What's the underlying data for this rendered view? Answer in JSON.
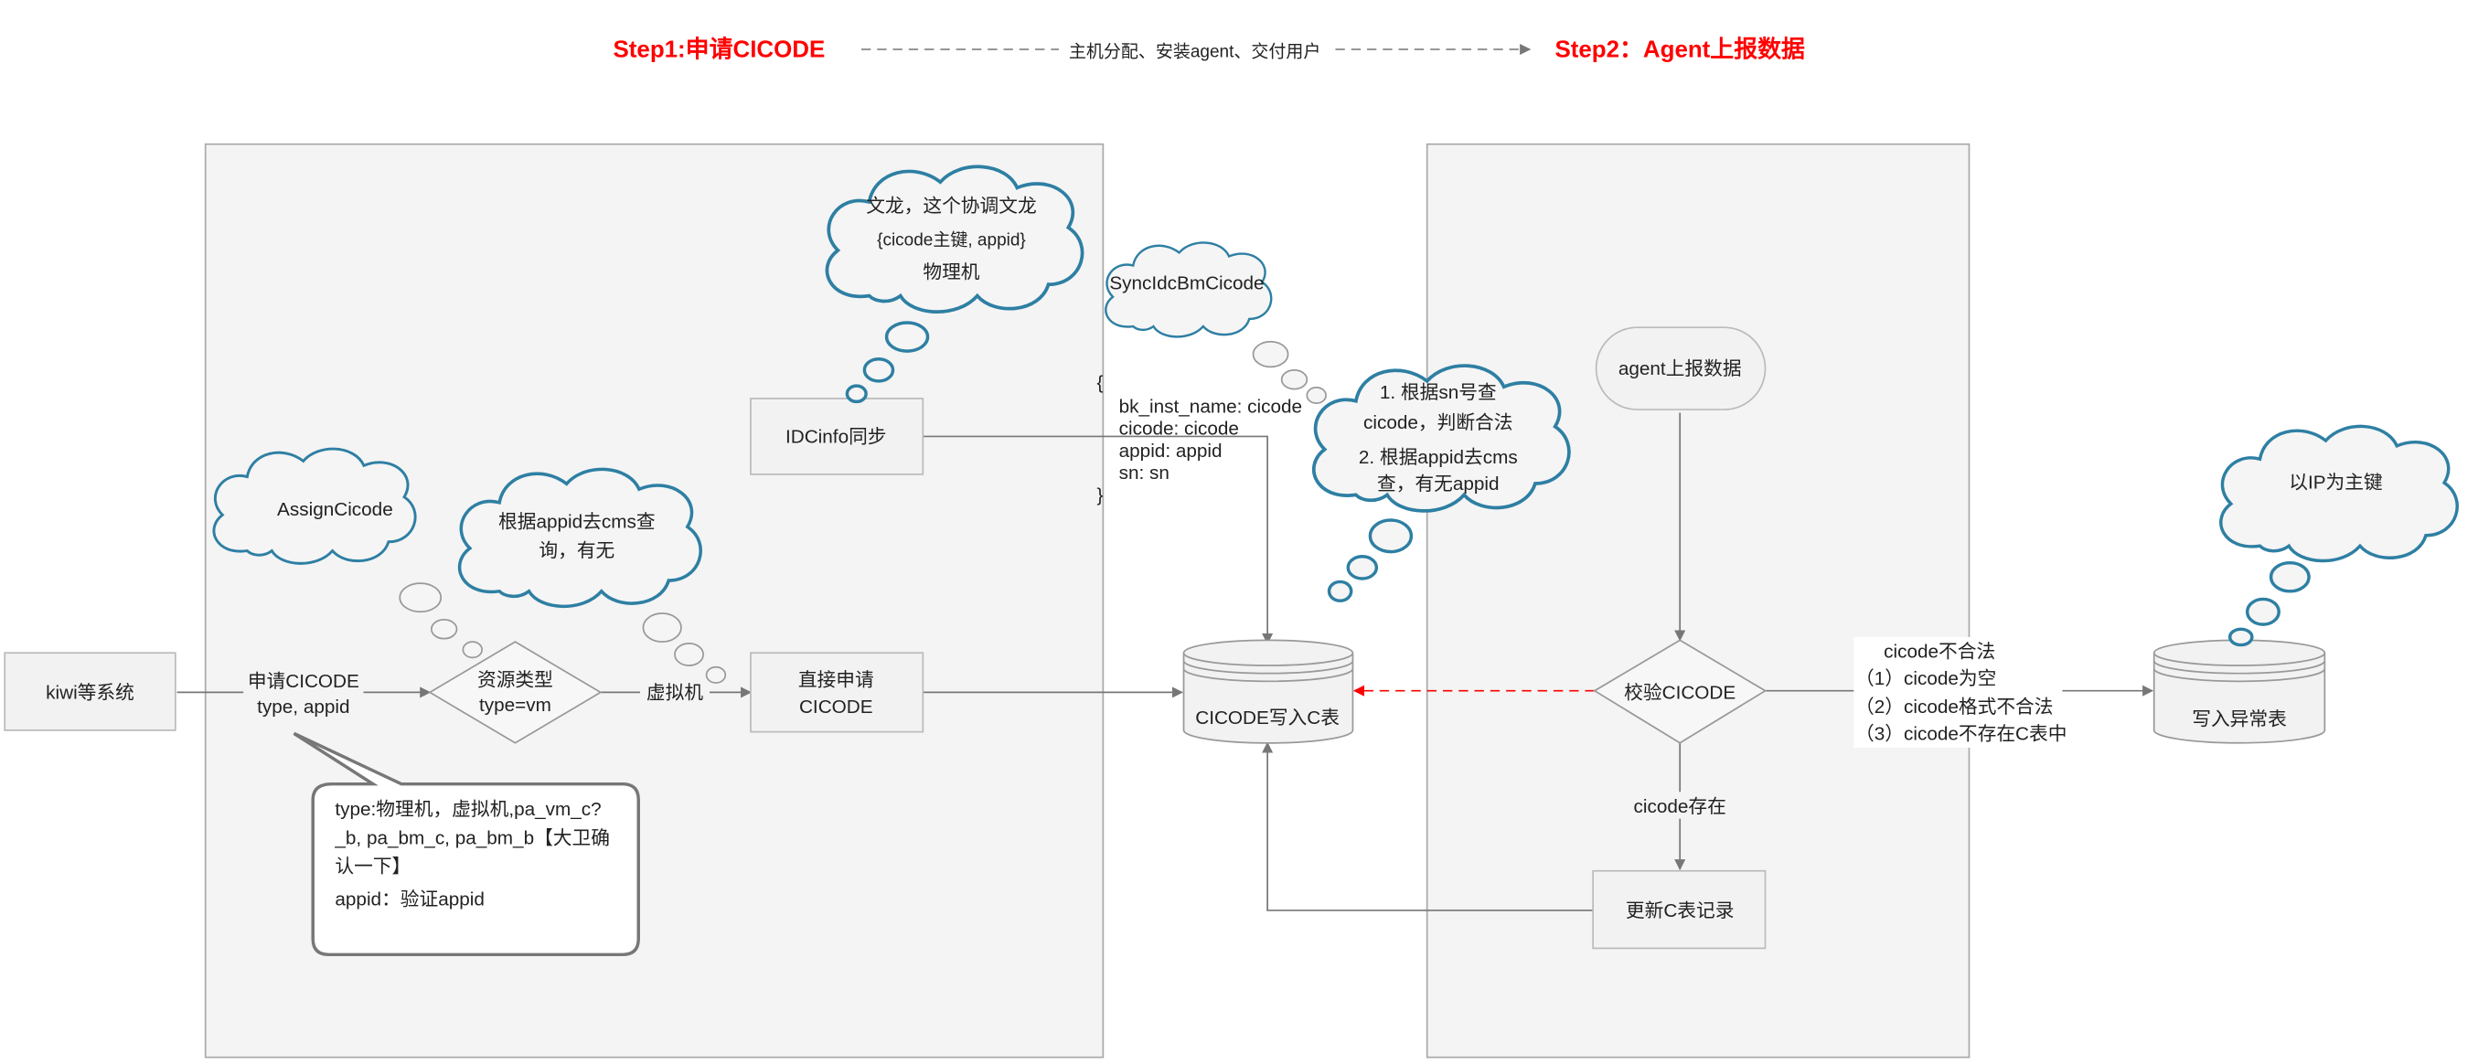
{
  "header": {
    "step1": "Step1:申请CICODE",
    "step2": "Step2：Agent上报数据",
    "flow_label": "主机分配、安装agent、交付用户"
  },
  "colors": {
    "step_title": "#ff0000",
    "cloud_stroke": "#2e7fa3",
    "panel_fill": "#f4f4f4",
    "node_fill": "#f2f2f2",
    "line": "#777777",
    "dashed_red": "#ff0000"
  },
  "nodes": {
    "kiwi": "kiwi等系统",
    "apply_label_1": "申请CICODE",
    "apply_label_2": "type, appid",
    "decision_1": "资源类型",
    "decision_2": "type=vm",
    "vm_label": "虚拟机",
    "direct_apply_1": "直接申请",
    "direct_apply_2": "CICODE",
    "idcinfo": "IDCinfo同步",
    "db_write": "CICODE写入C表",
    "agent_report": "agent上报数据",
    "validate": "校验CICODE",
    "exists_label": "cicode存在",
    "update_record": "更新C表记录",
    "db_exception": "写入异常表"
  },
  "clouds": {
    "assign": "AssignCicode",
    "appid_query_1": "根据appid去cms查",
    "appid_query_2": "询，有无",
    "wenlong_1": "文龙，这个协调文龙",
    "wenlong_2": "{cicode主键, appid}",
    "wenlong_3": "物理机",
    "sync": "SyncIdcBmCicode",
    "check_1": "1. 根据sn号查",
    "check_2": "cicode，判断合法",
    "check_3": "2. 根据appid去cms",
    "check_4": "查，有无appid",
    "ip_key": "以IP为主键"
  },
  "callout": {
    "line1": "type:物理机，虚拟机,pa_vm_c?",
    "line2": "_b, pa_bm_c, pa_bm_b【大卫确",
    "line3": "认一下】",
    "line4": "appid：验证appid"
  },
  "json_block": {
    "open": "{",
    "line1": "bk_inst_name: cicode",
    "line2": "cicode:  cicode",
    "line3": "appid: appid",
    "line4": "sn:  sn",
    "close": "}"
  },
  "invalid": {
    "title": "cicode不合法",
    "reason1": "（1）cicode为空",
    "reason2": "（2）cicode格式不合法",
    "reason3": "（3）cicode不存在C表中"
  }
}
